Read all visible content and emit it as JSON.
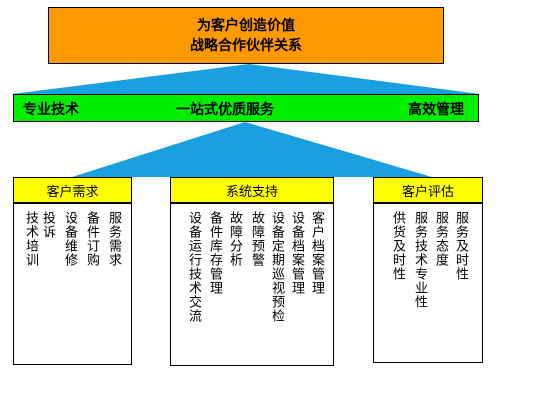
{
  "top": {
    "line1": "为客户创造价值",
    "line2": "战略合作伙伴关系"
  },
  "band": {
    "left": "专业技术",
    "center": "一站式优质服务",
    "right": "高效管理"
  },
  "columns": [
    {
      "title": "客户需求",
      "items": [
        "服务需求",
        "备件订购",
        "设备维修",
        "投诉",
        "技术培训"
      ]
    },
    {
      "title": "系统支持",
      "items": [
        "客户档案管理",
        "设备档案管理",
        "设备定期巡视预检",
        "故障预警",
        "故障分析",
        "备件库存管理",
        "设备运行技术交流"
      ]
    },
    {
      "title": "客户评估",
      "items": [
        "服务及时性",
        "服务态度",
        "服务技术专业性",
        "供货及时性"
      ]
    }
  ],
  "colors": {
    "top_box": "#ff9900",
    "band": "#00ee00",
    "column_header": "#ffff00",
    "connector": "#1a9fe0"
  }
}
